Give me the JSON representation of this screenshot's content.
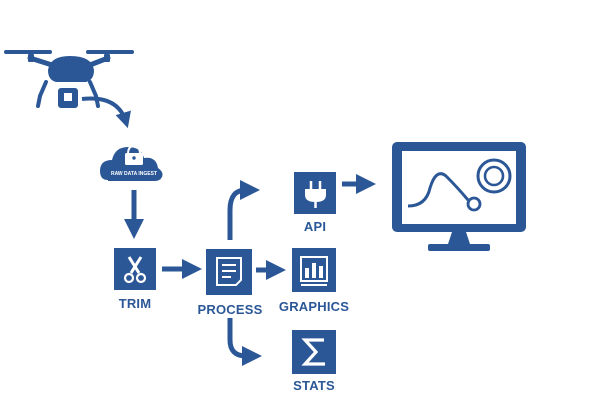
{
  "colors": {
    "primary": "#2b5797",
    "background": "#ffffff"
  },
  "nodes": {
    "drone": {
      "icon": "drone-icon"
    },
    "ingest": {
      "label": "RAW DATA INGEST",
      "icon": "lock-cloud-icon"
    },
    "trim": {
      "label": "TRIM",
      "icon": "scissors-icon"
    },
    "process": {
      "label": "PROCESS",
      "icon": "document-icon"
    },
    "api": {
      "label": "API",
      "icon": "plug-icon"
    },
    "graphics": {
      "label": "GRAPHICS",
      "icon": "bar-chart-icon"
    },
    "stats": {
      "label": "STATS",
      "icon": "sigma-icon"
    },
    "monitor": {
      "icon": "monitor-chart-icon"
    }
  }
}
